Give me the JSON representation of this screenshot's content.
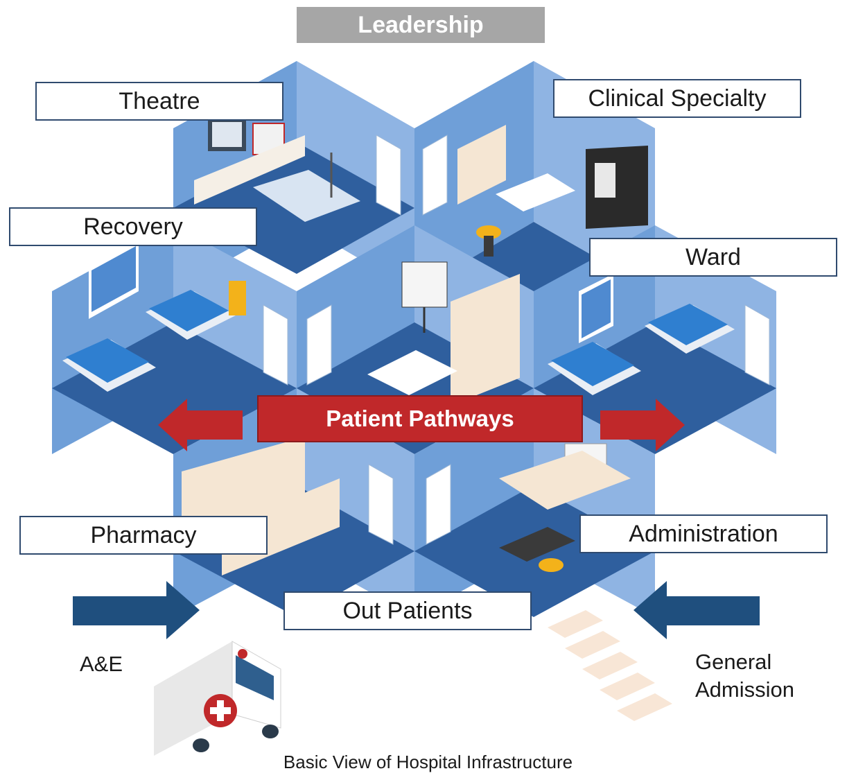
{
  "header": {
    "title": "Leadership"
  },
  "rooms": {
    "theatre": "Theatre",
    "clinical_specialty": "Clinical Specialty",
    "recovery": "Recovery",
    "ward": "Ward",
    "pharmacy": "Pharmacy",
    "administration": "Administration",
    "out_patients": "Out Patients"
  },
  "center_banner": "Patient Pathways",
  "entry_points": {
    "ae": "A&E",
    "general_admission_line1": "General",
    "general_admission_line2": "Admission"
  },
  "caption": "Basic View of Hospital Infrastructure",
  "colors": {
    "wall_light": "#8fb4e3",
    "wall_mid": "#6f9fd8",
    "floor": "#2f5f9e",
    "pathway_red": "#c0282a",
    "arrow_blue": "#1f4f7e",
    "leadership_gray": "#a6a6a6"
  },
  "icons": [
    "monitor-icon",
    "bed-icon",
    "door-icon",
    "bookshelf-icon",
    "eye-chart-icon",
    "xray-icon",
    "ambulance-icon",
    "stairs-icon",
    "chair-icon",
    "desk-icon"
  ]
}
